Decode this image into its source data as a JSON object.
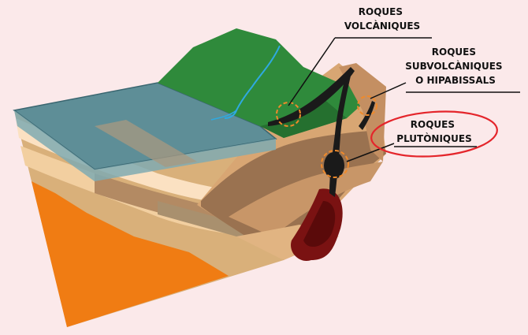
{
  "labels": {
    "volcanic": [
      "ROQUES",
      "VOLCÀNIQUES"
    ],
    "subvolcanic": [
      "ROQUES",
      "SUBVOLCÀNIQUES",
      "O HIPABISSALS"
    ],
    "plutonic": [
      "ROQUES",
      "PLUTÒNIQUES"
    ]
  },
  "colors": {
    "background": "#fbe9ea",
    "sea": "#5e8e97",
    "mountain": "#2f8a3b",
    "river": "#2fa9e0",
    "magma": "#7a1212",
    "mantle": "#f07c13",
    "highlight_circle": "#e4252b",
    "marker_dashes": "#f08a2a"
  }
}
